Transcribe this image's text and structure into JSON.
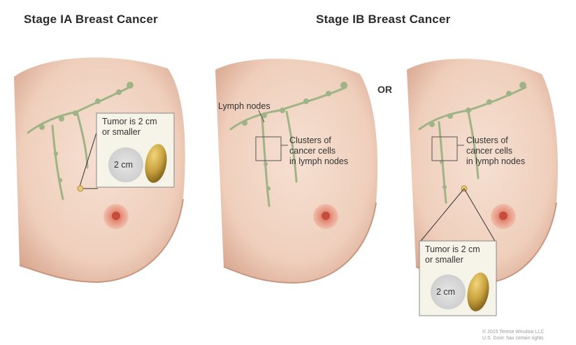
{
  "headings": {
    "stage_ia": "Stage IA Breast Cancer",
    "stage_ib": "Stage IB Breast Cancer"
  },
  "or_label": "OR",
  "panel_1": {
    "tumor_label_line1": "Tumor is 2 cm",
    "tumor_label_line2": "or smaller",
    "size_label": "2 cm"
  },
  "panel_2": {
    "lymph_nodes_label": "Lymph nodes",
    "clusters_line1": "Clusters of",
    "clusters_line2": "cancer cells",
    "clusters_line3": "in lymph nodes"
  },
  "panel_3": {
    "clusters_line1": "Clusters of",
    "clusters_line2": "cancer cells",
    "clusters_line3": "in lymph nodes",
    "tumor_label_line1": "Tumor is 2 cm",
    "tumor_label_line2": "or smaller",
    "size_label": "2 cm"
  },
  "copyright_line1": "© 2015 Terese Winslow LLC",
  "copyright_line2": "U.S. Govt. has certain rights",
  "colors": {
    "skin": "#f0d4c2",
    "skin_shadow": "#dcae98",
    "areola": "#e79a85",
    "lymph_green": "#9fb486",
    "tumor": "#c9a240",
    "callout_bg": "#f6f3e8"
  }
}
